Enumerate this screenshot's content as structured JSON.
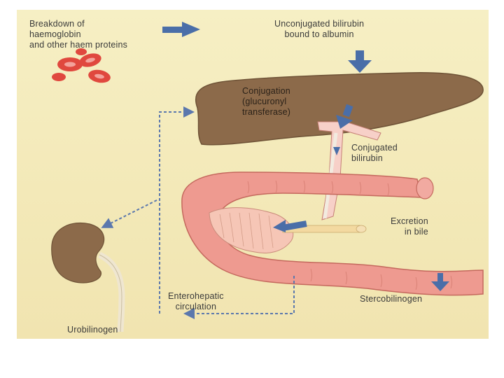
{
  "labels": {
    "breakdown": "Breakdown of\nhaemoglobin\nand other haem proteins",
    "unconjugated": "Unconjugated bilirubin\nbound to albumin",
    "conjugation": "Conjugation\n(glucuronyl\ntransferase)",
    "conjugated": "Conjugated\nbilirubin",
    "excretion": "Excretion\nin bile",
    "enterohepatic": "Enterohepatic\ncirculation",
    "stercobilinogen": "Stercobilinogen",
    "urobilinogen": "Urobilinogen"
  },
  "colors": {
    "background": "#f4ebbd",
    "liver": "#8c6a4a",
    "intestine": "#ee9a90",
    "arrow": "#4a6ea8",
    "blood_cell": "#e0483e"
  }
}
